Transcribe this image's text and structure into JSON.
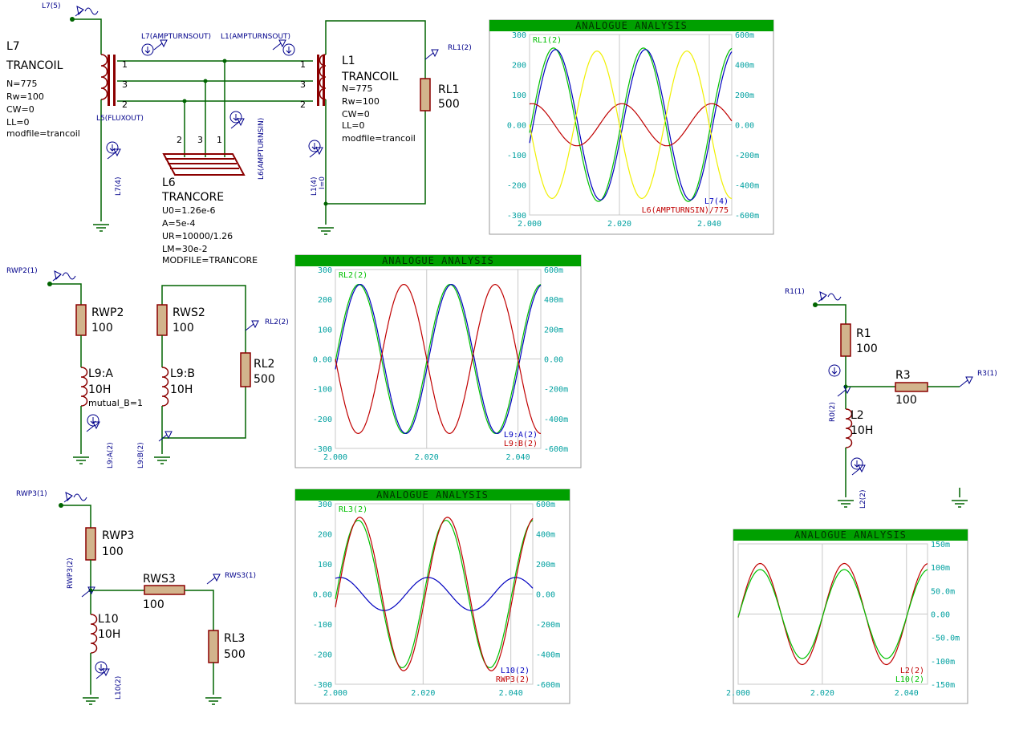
{
  "components": {
    "L7": {
      "name": "L7",
      "type": "TRANCOIL",
      "params": [
        "N=775",
        "Rw=100",
        "CW=0",
        "LL=0",
        "modfile=trancoil"
      ]
    },
    "L1": {
      "name": "L1",
      "type": "TRANCOIL",
      "params": [
        "N=775",
        "Rw=100",
        "CW=0",
        "LL=0",
        "modfile=trancoil"
      ]
    },
    "L6": {
      "name": "L6",
      "type": "TRANCORE",
      "params": [
        "U0=1.26e-6",
        "A=5e-4",
        "UR=10000/1.26",
        "LM=30e-2",
        "MODFILE=TRANCORE"
      ]
    },
    "RL1": {
      "name": "RL1",
      "value": "500"
    },
    "RWP2": {
      "name": "RWP2",
      "value": "100"
    },
    "RWS2": {
      "name": "RWS2",
      "value": "100"
    },
    "RL2": {
      "name": "RL2",
      "value": "500"
    },
    "L9A": {
      "name": "L9:A",
      "value": "10H",
      "extra": "mutual_B=1"
    },
    "L9B": {
      "name": "L9:B",
      "value": "10H"
    },
    "RWP3": {
      "name": "RWP3",
      "value": "100"
    },
    "RWS3": {
      "name": "RWS3",
      "value": "100"
    },
    "RL3": {
      "name": "RL3",
      "value": "500"
    },
    "L10": {
      "name": "L10",
      "value": "10H"
    },
    "R1": {
      "name": "R1",
      "value": "100"
    },
    "R3": {
      "name": "R3",
      "value": "100"
    },
    "L2": {
      "name": "L2",
      "value": "10H"
    }
  },
  "pins": {
    "p1": "3",
    "p2": "2",
    "p3": "1",
    "p4": "3",
    "p5": "2",
    "p6": "3",
    "p7": "2",
    "p8": "1",
    "p9": "2",
    "p10": "1"
  },
  "probes": {
    "L7_5": "L7(5)",
    "L7_ampout": "L7(AMPTURNSOUT)",
    "L1_ampout": "L1(AMPTURNSOUT)",
    "L5_flux": "L5(FLUXOUT)",
    "L6_ampin": "L6(AMPTURNSIN)",
    "L7_4": "L7(4)",
    "L1_4": "L1(4)",
    "I0": "I=0",
    "RL1_2": "RL1(2)",
    "RWP2_1": "RWP2(1)",
    "RL2_2": "RL2(2)",
    "L9A_2": "L9:A(2)",
    "L9B_2": "L9:B(2)",
    "RWP3_1": "RWP3(1)",
    "RWP3_2": "RWP3(2)",
    "RWS3_1": "RWS3(1)",
    "L10_2": "L10(2)",
    "R1_1": "R1(1)",
    "R3_1": "R3(1)",
    "R0_2": "R0(2)",
    "L2_2": "L2(2)"
  },
  "colors": {
    "wire": "#006400",
    "part": "#8b0000",
    "probe": "#00008b",
    "scope_title": "#00a000",
    "tick": "#00a0a0"
  },
  "chart_data": [
    {
      "type": "line",
      "title": "ANALOGUE ANALYSIS",
      "ylim": [
        -300,
        300
      ],
      "y2lim": [
        -0.6,
        0.6
      ],
      "xlim": [
        2.0,
        2.045
      ],
      "yticks": [
        "300",
        "200",
        "100",
        "0.00",
        "-100",
        "-200",
        "-300"
      ],
      "y2ticks": [
        "600m",
        "400m",
        "200m",
        "0.00",
        "-200m",
        "-400m",
        "-600m"
      ],
      "xticks": [
        "2.000",
        "2.020",
        "2.040"
      ],
      "series": [
        {
          "name": "RL1(2)",
          "color": "#00c000",
          "amp": 255,
          "phase": -6,
          "axis": "left",
          "label_pos": "top"
        },
        {
          "name": "L7(4)",
          "color": "#0000c0",
          "amp": 250,
          "phase": -14,
          "axis": "left",
          "label_pos": "bottom1"
        },
        {
          "name": "L6(AMPTURNSIN)/775",
          "color": "#c00000",
          "amp": 0.14,
          "phase": 80,
          "axis": "right",
          "label_pos": "bottom2"
        },
        {
          "name": "",
          "color": "#f0f000",
          "amp": 0.49,
          "phase": 180,
          "axis": "right",
          "label_pos": "none"
        }
      ]
    },
    {
      "type": "line",
      "title": "ANALOGUE ANALYSIS",
      "ylim": [
        -300,
        300
      ],
      "y2lim": [
        -0.6,
        0.6
      ],
      "xlim": [
        2.0,
        2.045
      ],
      "yticks": [
        "300",
        "200",
        "100",
        "0.00",
        "-100",
        "-200",
        "-300"
      ],
      "y2ticks": [
        "600m",
        "400m",
        "200m",
        "0.00",
        "-200m",
        "-400m",
        "-600m"
      ],
      "xticks": [
        "2.000",
        "2.020",
        "2.040"
      ],
      "series": [
        {
          "name": "RL2(2)",
          "color": "#00c000",
          "amp": 250,
          "phase": -2,
          "axis": "left",
          "label_pos": "top"
        },
        {
          "name": "L9:A(2)",
          "color": "#0000c0",
          "amp": 250,
          "phase": -8,
          "axis": "left",
          "label_pos": "bottom1"
        },
        {
          "name": "L9:B(2)",
          "color": "#c00000",
          "amp": 0.5,
          "phase": 180,
          "axis": "right",
          "label_pos": "bottom2"
        }
      ]
    },
    {
      "type": "line",
      "title": "ANALOGUE ANALYSIS",
      "ylim": [
        -300,
        300
      ],
      "y2lim": [
        -0.6,
        0.6
      ],
      "xlim": [
        2.0,
        2.045
      ],
      "yticks": [
        "300",
        "200",
        "100",
        "0.00",
        "-100",
        "-200",
        "-300"
      ],
      "y2ticks": [
        "600m",
        "400m",
        "200m",
        "0.00",
        "-200m",
        "-400m",
        "-600m"
      ],
      "xticks": [
        "2.000",
        "2.020",
        "2.040"
      ],
      "series": [
        {
          "name": "RL3(2)",
          "color": "#00c000",
          "amp": 245,
          "phase": -4,
          "axis": "left",
          "label_pos": "top"
        },
        {
          "name": "L10(2)",
          "color": "#0000c0",
          "amp": 0.11,
          "phase": 70,
          "axis": "right",
          "label_pos": "bottom1"
        },
        {
          "name": "RWP3(2)",
          "color": "#c00000",
          "amp": 255,
          "phase": -10,
          "axis": "left",
          "label_pos": "bottom2"
        }
      ]
    },
    {
      "type": "line",
      "title": "ANALOGUE ANALYSIS",
      "ylim": [
        -0.15,
        0.15
      ],
      "xlim": [
        2.0,
        2.045
      ],
      "yticks": [],
      "y2ticks": [
        "150m",
        "100m",
        "50.0m",
        "0.00",
        "-50.0m",
        "-100m",
        "-150m"
      ],
      "xticks": [
        "2.000",
        "2.020",
        "2.040"
      ],
      "series": [
        {
          "name": "L2(2)",
          "color": "#c00000",
          "amp": 0.108,
          "phase": -4,
          "axis": "right",
          "label_pos": "bottom1"
        },
        {
          "name": "L10(2)",
          "color": "#00c000",
          "amp": 0.095,
          "phase": -4,
          "axis": "right",
          "label_pos": "bottom2"
        }
      ]
    }
  ]
}
